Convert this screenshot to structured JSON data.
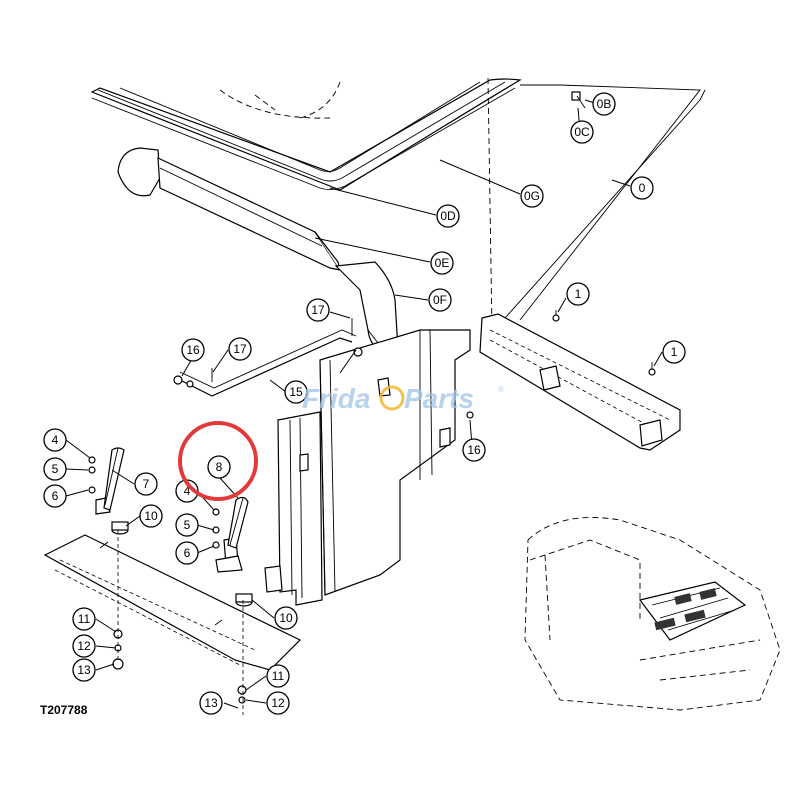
{
  "figure": {
    "code": "T207788",
    "watermark": {
      "part1": "Frida",
      "part2": "Parts",
      "reg": "®"
    },
    "highlight_color": "#e23a3a",
    "watermark_color": "#9fc3e6"
  },
  "callouts": [
    {
      "id": "c-0B",
      "label": "0B"
    },
    {
      "id": "c-0C",
      "label": "0C"
    },
    {
      "id": "c-0",
      "label": "0"
    },
    {
      "id": "c-0G",
      "label": "0G"
    },
    {
      "id": "c-0D",
      "label": "0D"
    },
    {
      "id": "c-0E",
      "label": "0E"
    },
    {
      "id": "c-0F",
      "label": "0F"
    },
    {
      "id": "c-1a",
      "label": "1"
    },
    {
      "id": "c-1b",
      "label": "1"
    },
    {
      "id": "c-17a",
      "label": "17"
    },
    {
      "id": "c-17b",
      "label": "17"
    },
    {
      "id": "c-16a",
      "label": "16"
    },
    {
      "id": "c-16b",
      "label": "16"
    },
    {
      "id": "c-15",
      "label": "15"
    },
    {
      "id": "c-4a",
      "label": "4"
    },
    {
      "id": "c-5a",
      "label": "5"
    },
    {
      "id": "c-6a",
      "label": "6"
    },
    {
      "id": "c-7",
      "label": "7"
    },
    {
      "id": "c-8",
      "label": "8"
    },
    {
      "id": "c-4b",
      "label": "4"
    },
    {
      "id": "c-5b",
      "label": "5"
    },
    {
      "id": "c-6b",
      "label": "6"
    },
    {
      "id": "c-10a",
      "label": "10"
    },
    {
      "id": "c-10b",
      "label": "10"
    },
    {
      "id": "c-11a",
      "label": "11"
    },
    {
      "id": "c-12a",
      "label": "12"
    },
    {
      "id": "c-13a",
      "label": "13"
    },
    {
      "id": "c-11b",
      "label": "11"
    },
    {
      "id": "c-12b",
      "label": "12"
    },
    {
      "id": "c-13b",
      "label": "13"
    }
  ]
}
